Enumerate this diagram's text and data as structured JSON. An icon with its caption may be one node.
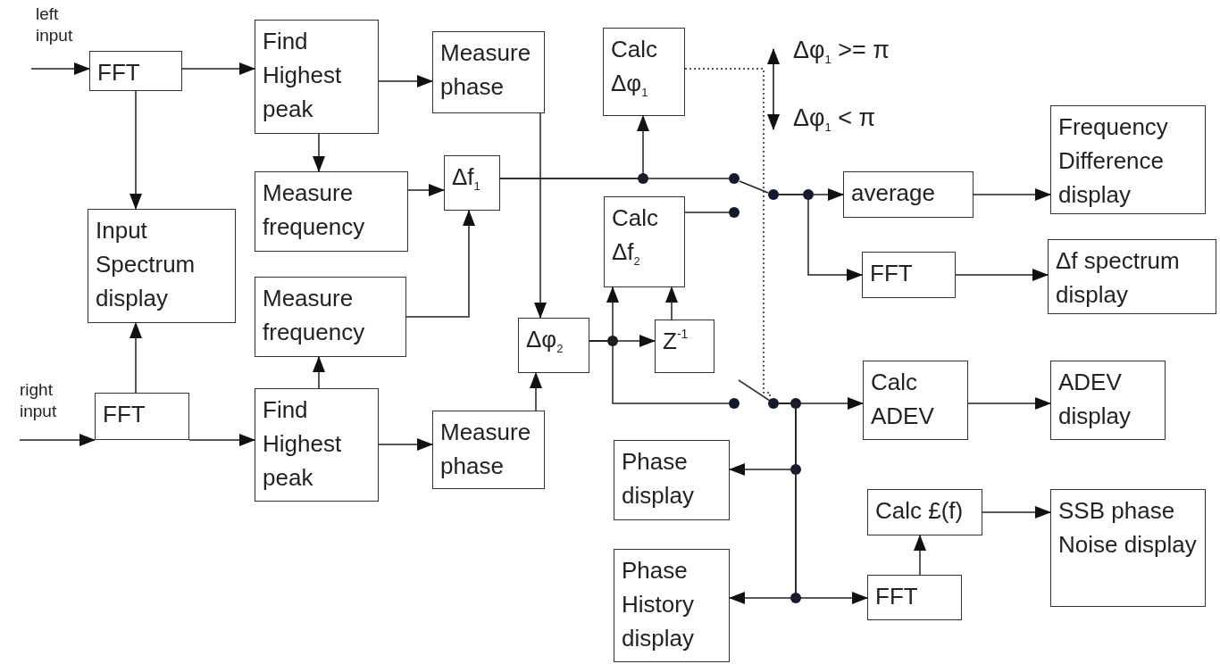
{
  "diagram": {
    "nodes": [
      {
        "text": [
          "FFT"
        ]
      },
      {
        "text": [
          "Find Highest peak"
        ]
      },
      {
        "text": [
          "Measure phase"
        ]
      },
      {
        "text": [
          "Calc Δφ$_{1}$"
        ]
      },
      {
        "text": [
          "Frequency Difference display"
        ]
      },
      {
        "text": [
          "Measure frequency"
        ]
      },
      {
        "text": [
          "Δf$_{1}$"
        ]
      },
      {
        "text": [
          "average"
        ]
      },
      {
        "text": [
          "Input Spectrum display"
        ]
      },
      {
        "text": [
          "Calc Δf$_{2}$"
        ]
      },
      {
        "text": [
          "FFT"
        ]
      },
      {
        "text": [
          "Δf spectrum display"
        ]
      },
      {
        "text": [
          "Measure frequency"
        ]
      },
      {
        "text": [
          "Δφ$_{2}$"
        ]
      },
      {
        "text": [
          "Z$^{-1}$"
        ]
      },
      {
        "text": [
          "FFT"
        ]
      },
      {
        "text": [
          "Find Highest peak"
        ]
      },
      {
        "text": [
          "Measure phase"
        ]
      },
      {
        "text": [
          "Calc ADEV"
        ]
      },
      {
        "text": [
          "ADEV display"
        ]
      },
      {
        "text": [
          "Phase display"
        ]
      },
      {
        "text": [
          "Calc £(f)"
        ]
      },
      {
        "text": [
          "SSB phase Noise display"
        ]
      },
      {
        "text": [
          "Phase History display"
        ]
      },
      {
        "text": [
          "FFT"
        ]
      },
      {
        "text": [],
        "shape": "circle"
      },
      {
        "text": [],
        "shape": "circle"
      },
      {
        "text": [],
        "shape": "circle"
      },
      {
        "text": [],
        "shape": "circle"
      },
      {
        "text": [],
        "shape": "circle"
      }
    ],
    "edges": [
      {
        "from": null,
        "to": 0,
        "arrow": "to"
      },
      {
        "from": 0,
        "to": 1,
        "arrow": "to"
      },
      {
        "from": 0,
        "to": 8,
        "arrow": "to"
      },
      {
        "from": 1,
        "to": 2,
        "arrow": "to"
      },
      {
        "from": 1,
        "to": 5,
        "arrow": "to"
      },
      {
        "from": 5,
        "to": 6,
        "arrow": "to"
      },
      {
        "from": 12,
        "to": 6,
        "arrow": "to"
      },
      {
        "from": 2,
        "to": 13,
        "arrow": "to"
      },
      {
        "from": 6,
        "to": 3,
        "arrow": "to"
      },
      {
        "from": 6,
        "to": 25,
        "arrow": "none"
      },
      {
        "from": 9,
        "to": 26,
        "arrow": "none"
      },
      {
        "from": 27,
        "to": 7,
        "arrow": "to"
      },
      {
        "from": 27,
        "to": 10,
        "arrow": "to"
      },
      {
        "from": 7,
        "to": 4,
        "arrow": "to"
      },
      {
        "from": 10,
        "to": 11,
        "arrow": "to"
      },
      {
        "from": null,
        "to": 15,
        "arrow": "to"
      },
      {
        "from": 15,
        "to": 8,
        "arrow": "to"
      },
      {
        "from": 15,
        "to": 16,
        "arrow": "to"
      },
      {
        "from": 16,
        "to": 12,
        "arrow": "to"
      },
      {
        "from": 16,
        "to": 17,
        "arrow": "to"
      },
      {
        "from": 17,
        "to": 13,
        "arrow": "to"
      },
      {
        "from": 13,
        "to": 14,
        "arrow": "to"
      },
      {
        "from": 13,
        "to": 9,
        "arrow": "to"
      },
      {
        "from": 13,
        "to": 28,
        "arrow": "none"
      },
      {
        "from": 14,
        "to": 9,
        "arrow": "to"
      },
      {
        "from": 29,
        "to": 18,
        "arrow": "to"
      },
      {
        "from": 29,
        "to": 20,
        "arrow": "to"
      },
      {
        "from": 29,
        "to": 23,
        "arrow": "to"
      },
      {
        "from": 29,
        "to": 24,
        "arrow": "to"
      },
      {
        "from": 18,
        "to": 19,
        "arrow": "to"
      },
      {
        "from": 24,
        "to": 21,
        "arrow": "to"
      },
      {
        "from": 21,
        "to": 22,
        "arrow": "to"
      },
      {
        "from": 3,
        "to": 29,
        "arrow": "none",
        "style": "dashed"
      },
      {
        "from": 25,
        "to": 27,
        "arrow": "none"
      }
    ],
    "labels": [
      "left input",
      "right input",
      "Δφ$_{1}$ >= π",
      "Δφ$_{1}$ < π"
    ]
  }
}
